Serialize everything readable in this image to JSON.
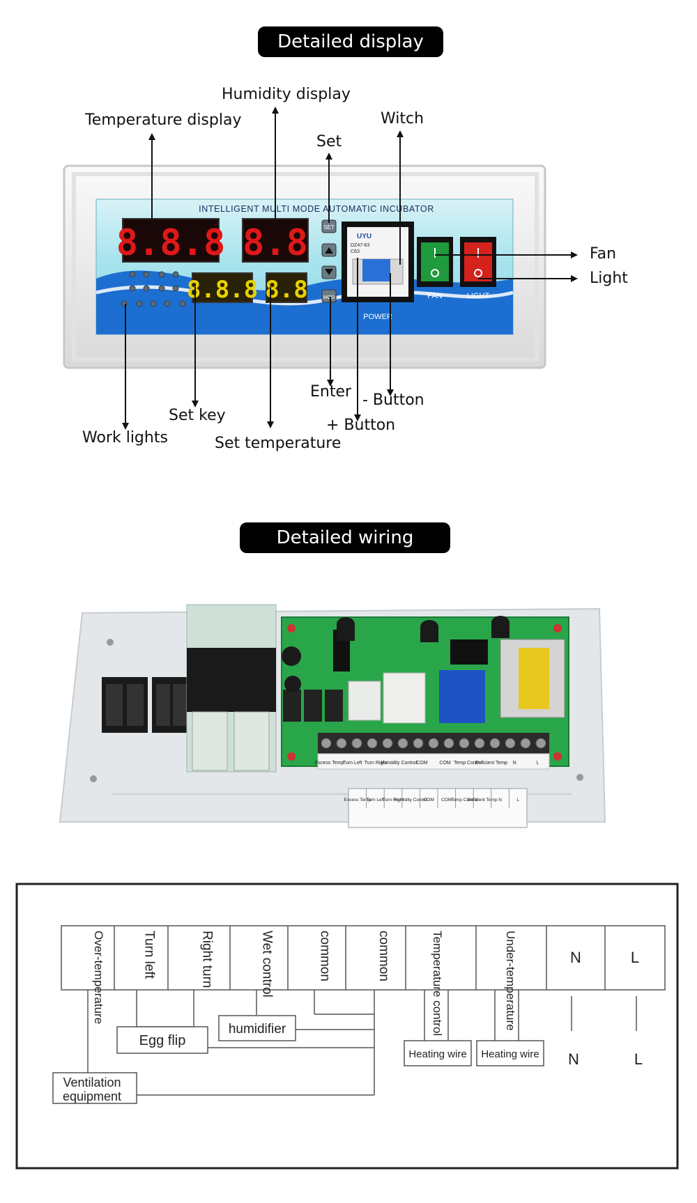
{
  "sections": {
    "display_title": "Detailed display",
    "wiring_title": "Detailed wiring diagram"
  },
  "controller": {
    "panel_title": "INTELLIGENT MULTI MODE AUTOMATIC INCUBATOR",
    "temp_pv": "8.8.8",
    "hum_pv": "8.8",
    "temp_sv": "8.8.8",
    "hum_sv": "8.8",
    "breaker_brand": "UYU",
    "breaker_model": "DZ47-63",
    "breaker_rating": "C63",
    "power_label": "POWER",
    "fan_label": "FAN",
    "light_label": "LIGHT",
    "set_key_label": "SET",
    "enter_key_label": "MOD",
    "colors": {
      "panel_blue": "#1c6fd1",
      "display_red": "#e01818",
      "display_yellow": "#e8d200",
      "fan_green": "#1f9a3c",
      "light_red": "#d4231c"
    }
  },
  "callouts": {
    "humidity_display": "Humidity display",
    "temperature_display": "Temperature display",
    "witch": "Witch",
    "set": "Set",
    "fan": "Fan",
    "light": "Light",
    "enter": "Enter",
    "minus_button": "- Button",
    "plus_button": "+ Button",
    "set_key": "Set key",
    "work_lights": "Work lights",
    "set_temperature": "Set temperature"
  },
  "board": {
    "terminal_labels": [
      "Excess Temp",
      "Turn Left",
      "Turn Right",
      "Humidity Control",
      "COM",
      "COM",
      "Temp Control",
      "Deficient Temp",
      "N",
      "L"
    ],
    "sticker_labels": [
      "Excess Temp",
      "Turn Left",
      "Turn Right",
      "Humidity Control",
      "COM",
      "COM",
      "Temp Control",
      "Deficient Temp",
      "N",
      "L"
    ]
  },
  "wiring": {
    "terminals": [
      "Over-temperature",
      "Turn left",
      "Right turn",
      "Wet control",
      "common",
      "common",
      "Temperature control",
      "Under-temperature",
      "N",
      "L"
    ],
    "devices": {
      "humidifier": "humidifier",
      "egg_flip": "Egg flip",
      "ventilation_line1": "Ventilation",
      "ventilation_line2": "equipment",
      "heating_wire_1": "Heating wire",
      "heating_wire_2": "Heating wire",
      "n_out": "N",
      "l_out": "L"
    }
  }
}
